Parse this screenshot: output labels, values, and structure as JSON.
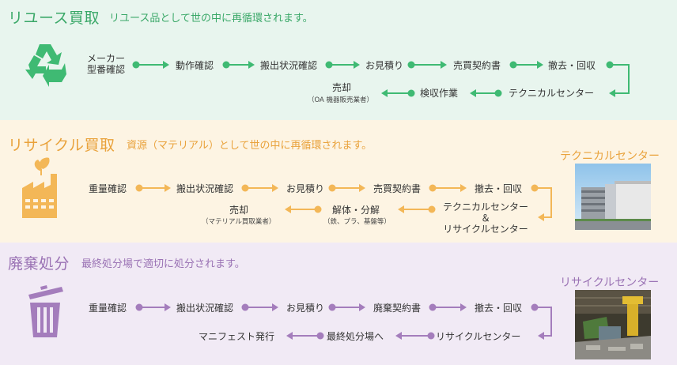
{
  "colors": {
    "reuse_bg": "#e8f5ee",
    "reuse_accent": "#3fba73",
    "reuse_title": "#3aa868",
    "recycle_bg": "#fdf4e3",
    "recycle_accent": "#f3b757",
    "recycle_title": "#e9a23b",
    "disposal_bg": "#f1eaf5",
    "disposal_accent": "#a47dbc",
    "disposal_title": "#9a72b4"
  },
  "reuse": {
    "icon": "recycle-icon",
    "title": "リユース買取",
    "subtitle": "リユース品として世の中に再循環されます。",
    "row1": [
      "メーカー\n型番確認",
      "動作確認",
      "搬出状況確認",
      "お見積り",
      "売買契約書",
      "撤去・回収"
    ],
    "row2": [
      "テクニカルセンター",
      "検収作業",
      "売却"
    ],
    "row2_note": "（OA 機器販売業者）"
  },
  "recycle": {
    "icon": "factory-icon",
    "title": "リサイクル買取",
    "subtitle": "資源（マテリアル）として世の中に再循環されます。",
    "row1": [
      "重量確認",
      "搬出状況確認",
      "お見積り",
      "売買契約書",
      "撤去・回収"
    ],
    "row2": [
      "テクニカルセンター\n＆\nリサイクルセンター",
      "解体・分解",
      "売却"
    ],
    "row2_notes": {
      "解体・分解": "（鉄、プラ、基盤等）",
      "売却": "（マテリアル買取業者）"
    },
    "photo_title": "テクニカルセンター",
    "photo_icon": "building-photo"
  },
  "disposal": {
    "icon": "trash-can-icon",
    "title": "廃棄処分",
    "subtitle": "最終処分場で適切に処分されます。",
    "row1": [
      "重量確認",
      "搬出状況確認",
      "お見積り",
      "廃棄契約書",
      "撤去・回収"
    ],
    "row2": [
      "リサイクルセンター",
      "最終処分場へ",
      "マニフェスト発行"
    ],
    "photo_title": "リサイクルセンター",
    "photo_icon": "recycling-plant-photo"
  }
}
